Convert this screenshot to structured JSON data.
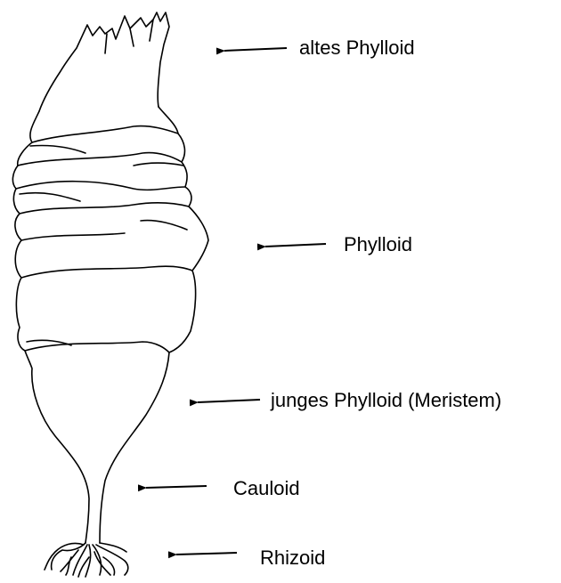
{
  "diagram": {
    "labels": [
      {
        "id": "altes-phylloid",
        "text": "altes Phylloid"
      },
      {
        "id": "phylloid",
        "text": "Phylloid"
      },
      {
        "id": "junges-phylloid",
        "text": "junges Phylloid (Meristem)"
      },
      {
        "id": "cauloid",
        "text": "Cauloid"
      },
      {
        "id": "rhizoid",
        "text": "Rhizoid"
      }
    ],
    "colors": {
      "line": "#000000",
      "background": "#ffffff"
    }
  }
}
